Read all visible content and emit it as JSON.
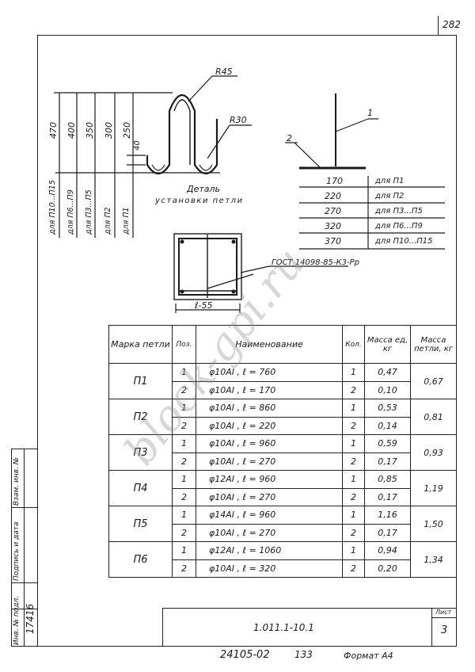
{
  "sheet_number": "282",
  "drawing": {
    "dims": [
      "470",
      "400",
      "350",
      "300",
      "250"
    ],
    "dim_small": "40",
    "radius_top": "R45",
    "radius_bottom": "R30",
    "loop_groups": [
      "для П10...П15",
      "для П6...П9",
      "для П3...П5",
      "для П2",
      "для П1"
    ],
    "caption_line1": "Деталь",
    "caption_line2": "установки петли",
    "callout_1": "1",
    "callout_2": "2",
    "gost_note": "ГОСТ 14098-85-К3-Рр",
    "section_dim": "ℓ-55"
  },
  "length_table": [
    {
      "length": "170",
      "label": "для П1"
    },
    {
      "length": "220",
      "label": "для П2"
    },
    {
      "length": "270",
      "label": "для П3...П5"
    },
    {
      "length": "320",
      "label": "для П6...П9"
    },
    {
      "length": "370",
      "label": "для П10...П15"
    }
  ],
  "spec_table": {
    "headers": {
      "mark": "Марка петли",
      "pos": "Поз.",
      "name": "Наименование",
      "qty": "Кол.",
      "mass_unit": "Масса ед, кг",
      "mass_loop": "Масса петли, кг"
    },
    "groups": [
      {
        "mark": "П1",
        "mass": "0,67",
        "rows": [
          {
            "pos": "1",
            "name": "φ10АI , ℓ = 760",
            "qty": "1",
            "unit": "0,47"
          },
          {
            "pos": "2",
            "name": "φ10АI , ℓ = 170",
            "qty": "2",
            "unit": "0,10"
          }
        ]
      },
      {
        "mark": "П2",
        "mass": "0,81",
        "rows": [
          {
            "pos": "1",
            "name": "φ10АI , ℓ = 860",
            "qty": "1",
            "unit": "0,53"
          },
          {
            "pos": "2",
            "name": "φ10АI , ℓ = 220",
            "qty": "2",
            "unit": "0,14"
          }
        ]
      },
      {
        "mark": "П3",
        "mass": "0,93",
        "rows": [
          {
            "pos": "1",
            "name": "φ10АI , ℓ = 960",
            "qty": "1",
            "unit": "0,59"
          },
          {
            "pos": "2",
            "name": "φ10АI , ℓ = 270",
            "qty": "2",
            "unit": "0,17"
          }
        ]
      },
      {
        "mark": "П4",
        "mass": "1,19",
        "rows": [
          {
            "pos": "1",
            "name": "φ12АI , ℓ = 960",
            "qty": "1",
            "unit": "0,85"
          },
          {
            "pos": "2",
            "name": "φ10АI , ℓ = 270",
            "qty": "2",
            "unit": "0,17"
          }
        ]
      },
      {
        "mark": "П5",
        "mass": "1,50",
        "rows": [
          {
            "pos": "1",
            "name": "φ14АI , ℓ = 960",
            "qty": "1",
            "unit": "1,16"
          },
          {
            "pos": "2",
            "name": "φ10АI , ℓ = 270",
            "qty": "2",
            "unit": "0,17"
          }
        ]
      },
      {
        "mark": "П6",
        "mass": "1,34",
        "rows": [
          {
            "pos": "1",
            "name": "φ12АI , ℓ = 1060",
            "qty": "1",
            "unit": "0,94"
          },
          {
            "pos": "2",
            "name": "φ10АI , ℓ = 320",
            "qty": "2",
            "unit": "0,20"
          }
        ]
      }
    ]
  },
  "title_block": {
    "doc_code": "1.011.1-10.1",
    "sheet_label": "Лист",
    "sheet_no": "3"
  },
  "side_stamp": {
    "inv_podl": "Инв. № подл.",
    "podpis": "Подпись и дата",
    "vzam": "Взам. инв. №",
    "inv_value": "17416"
  },
  "footer": {
    "left": "24105-02",
    "mid": "133",
    "format": "Формат А4"
  },
  "watermark": "block-gpi.ru"
}
